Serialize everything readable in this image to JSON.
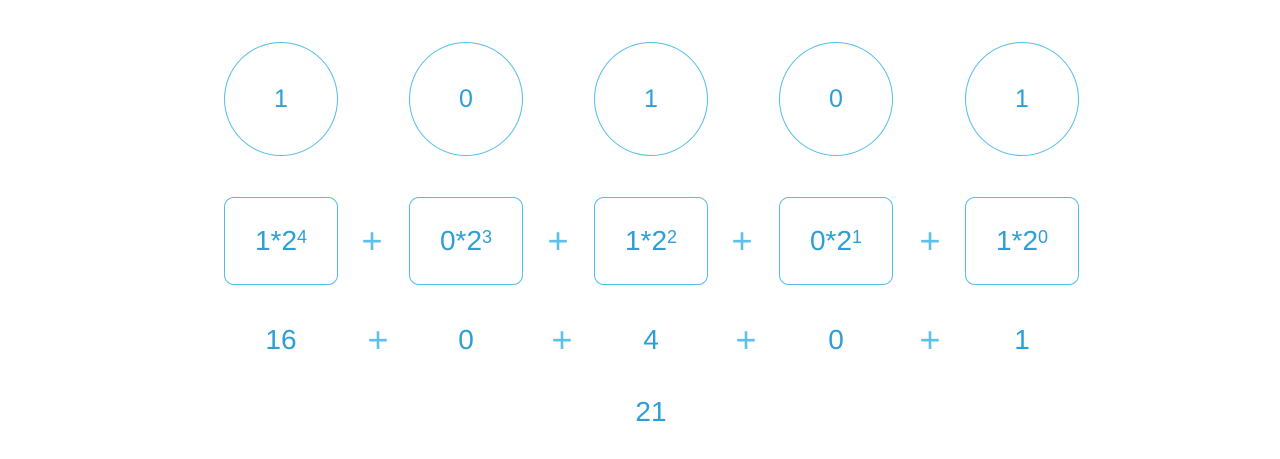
{
  "bits": [
    "1",
    "0",
    "1",
    "0",
    "1"
  ],
  "terms": [
    {
      "base": "1*2",
      "exp": "4"
    },
    {
      "base": "0*2",
      "exp": "3"
    },
    {
      "base": "1*2",
      "exp": "2"
    },
    {
      "base": "0*2",
      "exp": "1"
    },
    {
      "base": "1*2",
      "exp": "0"
    }
  ],
  "values": [
    "16",
    "0",
    "4",
    "0",
    "1"
  ],
  "operator": "+",
  "result": "21",
  "colors": {
    "text": "#2e9fd6",
    "stroke": "#53bde8"
  }
}
